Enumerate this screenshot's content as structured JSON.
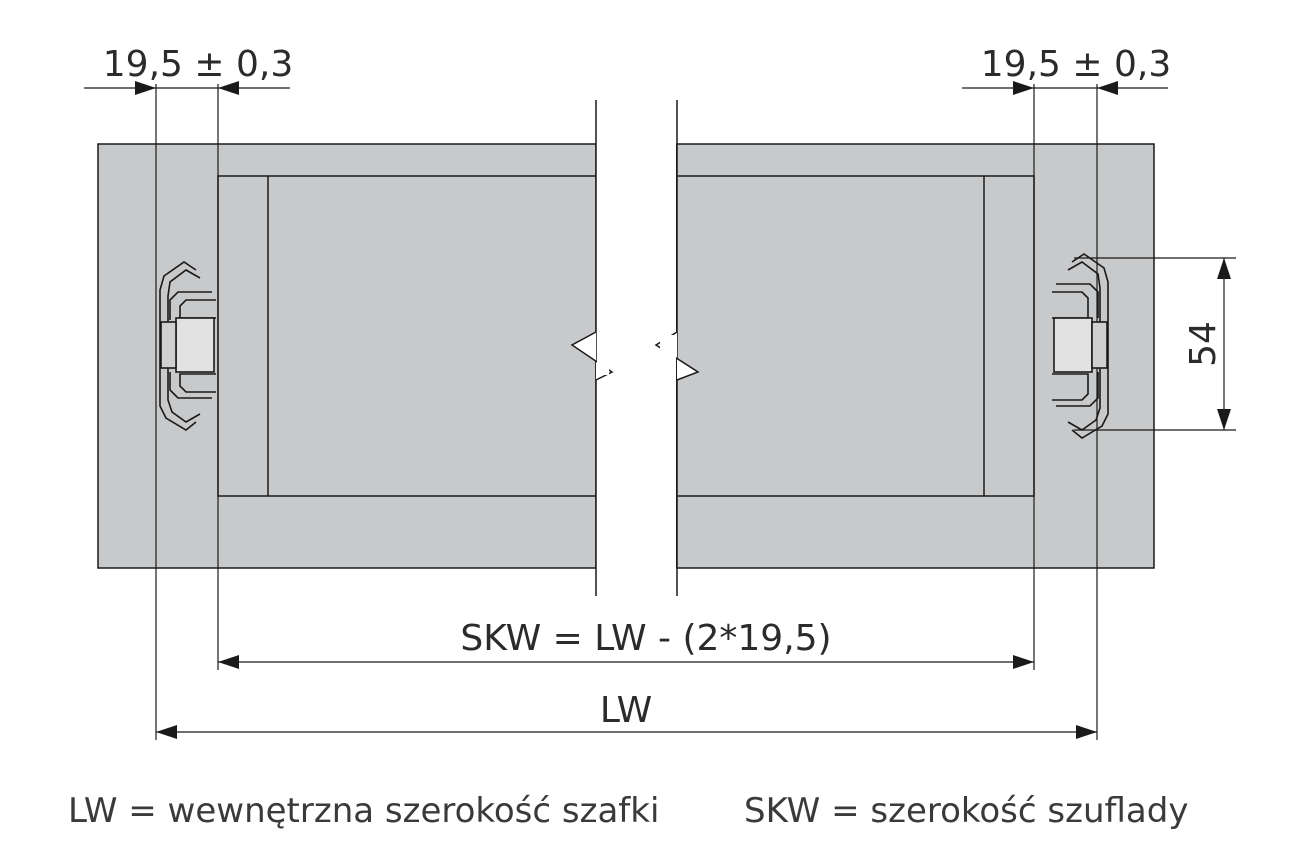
{
  "dimensions": {
    "left_tolerance": "19,5 ± 0,3",
    "right_tolerance": "19,5 ± 0,3",
    "slide_height": "54",
    "drawer_width_formula": "SKW = LW - (2*19,5)",
    "cabinet_width": "LW"
  },
  "legend": {
    "lw": "LW = wewnętrzna szerokość szafki",
    "skw": "SKW = szerokość szuflady"
  },
  "colors": {
    "panel": "#c8c9cb",
    "line": "#1a1a1a",
    "text": "#2b2b2b"
  }
}
